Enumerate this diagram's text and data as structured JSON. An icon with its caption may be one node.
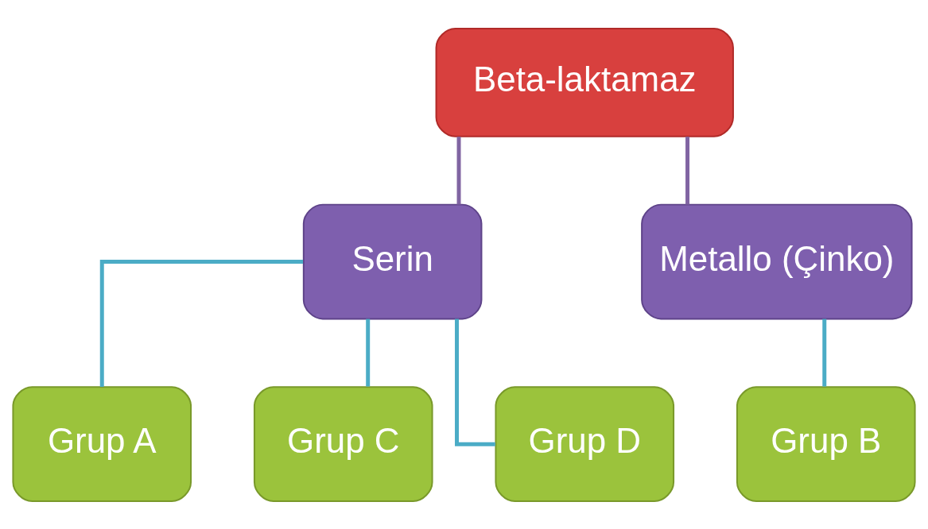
{
  "diagram": {
    "nodes": [
      {
        "text": [
          "Beta-laktamaz"
        ]
      },
      {
        "text": [
          "Serin"
        ]
      },
      {
        "text": [
          "Metallo (Çinko)"
        ]
      },
      {
        "text": [
          "Grup A"
        ]
      },
      {
        "text": [
          "Grup C"
        ]
      },
      {
        "text": [
          "Grup D"
        ]
      },
      {
        "text": [
          "Grup B"
        ]
      }
    ],
    "edges": [
      {
        "from": 0,
        "to": 1,
        "arrow": "none",
        "color": "#8064a2"
      },
      {
        "from": 0,
        "to": 2,
        "arrow": "none",
        "color": "#8064a2"
      },
      {
        "from": 1,
        "to": 3,
        "arrow": "none"
      },
      {
        "from": 1,
        "to": 4,
        "arrow": "none"
      },
      {
        "from": 1,
        "to": 5,
        "arrow": "none"
      },
      {
        "from": 2,
        "to": 6,
        "arrow": "none"
      }
    ]
  }
}
